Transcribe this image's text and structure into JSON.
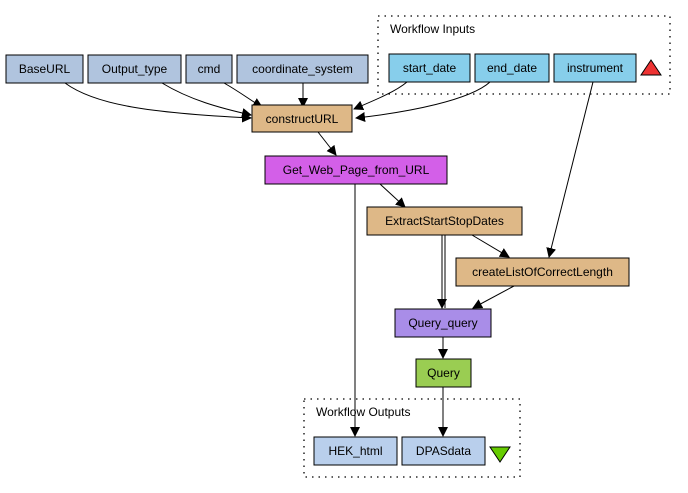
{
  "diagram": {
    "clusters": {
      "inputs": {
        "label": "Workflow Inputs"
      },
      "outputs": {
        "label": "Workflow Outputs"
      }
    },
    "nodes": {
      "baseurl": {
        "label": "BaseURL",
        "color": "#b0c4de"
      },
      "output_type": {
        "label": "Output_type",
        "color": "#b0c4de"
      },
      "cmd": {
        "label": "cmd",
        "color": "#b0c4de"
      },
      "coordinate_system": {
        "label": "coordinate_system",
        "color": "#b0c4de"
      },
      "start_date": {
        "label": "start_date",
        "color": "#87ceeb"
      },
      "end_date": {
        "label": "end_date",
        "color": "#87ceeb"
      },
      "instrument": {
        "label": "instrument",
        "color": "#87ceeb"
      },
      "constructurl": {
        "label": "constructURL",
        "color": "#deb887"
      },
      "get_web_page": {
        "label": "Get_Web_Page_from_URL",
        "color": "#d35fe8"
      },
      "extract_dates": {
        "label": "ExtractStartStopDates",
        "color": "#deb887"
      },
      "create_list": {
        "label": "createListOfCorrectLength",
        "color": "#deb887"
      },
      "query_query": {
        "label": "Query_query",
        "color": "#a98de8"
      },
      "query": {
        "label": "Query",
        "color": "#9acd52"
      },
      "hek_html": {
        "label": "HEK_html",
        "color": "#b9cfec"
      },
      "dpasdata": {
        "label": "DPASdata",
        "color": "#b9cfec"
      }
    },
    "markers": {
      "input_triangle": {
        "color": "#ee3333"
      },
      "output_triangle": {
        "color": "#66cc00"
      }
    },
    "edges": [
      [
        "BaseURL",
        "constructURL"
      ],
      [
        "Output_type",
        "constructURL"
      ],
      [
        "cmd",
        "constructURL"
      ],
      [
        "coordinate_system",
        "constructURL"
      ],
      [
        "start_date",
        "constructURL"
      ],
      [
        "end_date",
        "constructURL"
      ],
      [
        "constructURL",
        "Get_Web_Page_from_URL"
      ],
      [
        "Get_Web_Page_from_URL",
        "ExtractStartStopDates"
      ],
      [
        "Get_Web_Page_from_URL",
        "HEK_html"
      ],
      [
        "instrument",
        "createListOfCorrectLength"
      ],
      [
        "ExtractStartStopDates",
        "createListOfCorrectLength"
      ],
      [
        "ExtractStartStopDates",
        "Query_query"
      ],
      [
        "ExtractStartStopDates",
        "Query_query"
      ],
      [
        "createListOfCorrectLength",
        "Query_query"
      ],
      [
        "Query_query",
        "Query"
      ],
      [
        "Query",
        "DPASdata"
      ]
    ]
  }
}
